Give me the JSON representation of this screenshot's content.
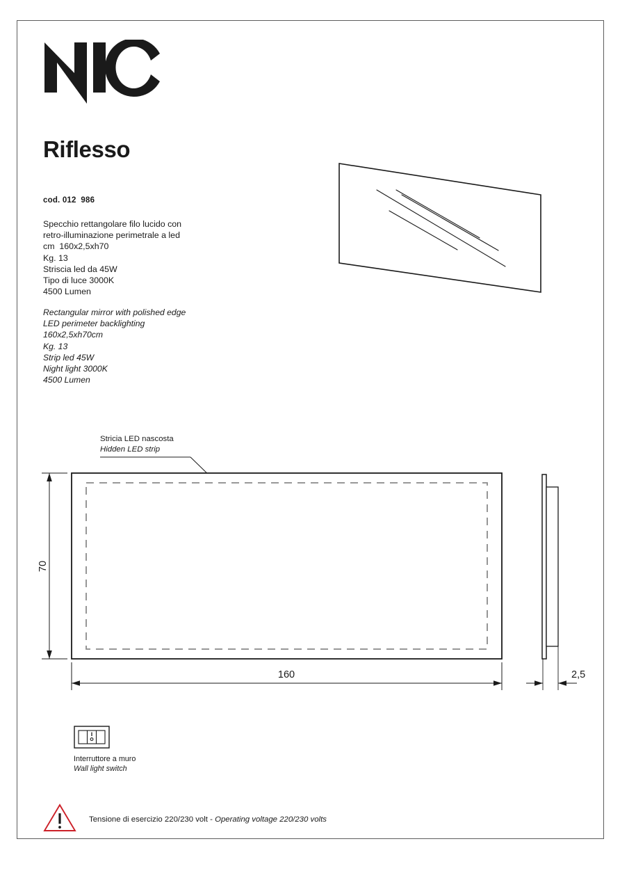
{
  "brand": {
    "logo_text": "NIC"
  },
  "product": {
    "title": "Riflesso",
    "code": "cod. 012  986"
  },
  "spec_it": {
    "lines": [
      "Specchio rettangolare filo lucido con",
      "retro-illuminazione perimetrale a led",
      "cm  160x2,5xh70",
      "Kg. 13",
      "Striscia led da 45W",
      "Tipo di luce 3000K",
      "4500 Lumen"
    ]
  },
  "spec_en": {
    "lines": [
      "Rectangular mirror with polished edge",
      "LED perimeter backlighting",
      "160x2,5xh70cm",
      "Kg. 13",
      "Strip led 45W",
      "Night light 3000K",
      "4500 Lumen"
    ]
  },
  "callout": {
    "it": "Stricia LED nascosta",
    "en": "Hidden LED strip"
  },
  "dimensions": {
    "height": "70",
    "width": "160",
    "depth": "2,5"
  },
  "switch": {
    "label_it": "Interruttore a muro",
    "label_en": "Wall light switch",
    "on_mark": "I",
    "off_mark": "o"
  },
  "warning": {
    "text_it": "Tensione di esercizio 220/230 volt - ",
    "text_en": "Operating voltage 220/230 volts",
    "icon_color": "#cc2028"
  },
  "colors": {
    "line": "#1a1a1a",
    "dashed": "#8a8a8a",
    "border": "#5d5d5d"
  }
}
